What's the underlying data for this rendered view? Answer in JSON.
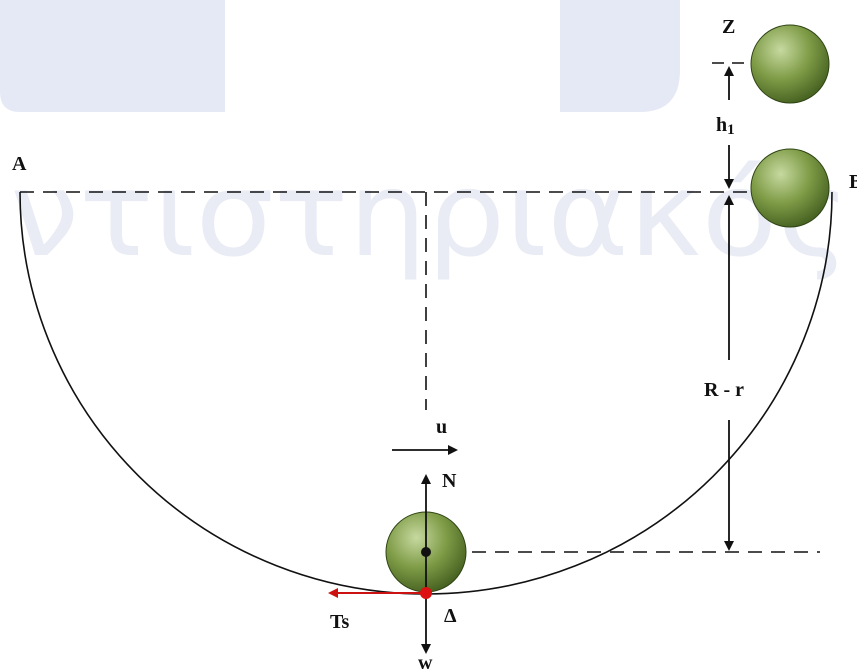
{
  "watermark": {
    "text": "ντιστηριακός"
  },
  "labels": {
    "point_a": "A",
    "point_b": "B",
    "point_z": "Z",
    "point_delta": "Δ",
    "height_h1": "h",
    "height_h1_sub": "1",
    "radius_diff": "R - r",
    "velocity": "u",
    "normal_force": "N",
    "friction": "Ts",
    "weight": "w"
  },
  "colors": {
    "background": "#ffffff",
    "line": "#111111",
    "friction_arrow": "#cc1111",
    "contact_point": "#dd1111",
    "ball_light": "#c6d9a0",
    "ball_mid": "#7f9c47",
    "ball_dark": "#3f5a1c",
    "watermark": "#e9ebf5",
    "watermark_shape": "#dfe3f3"
  }
}
